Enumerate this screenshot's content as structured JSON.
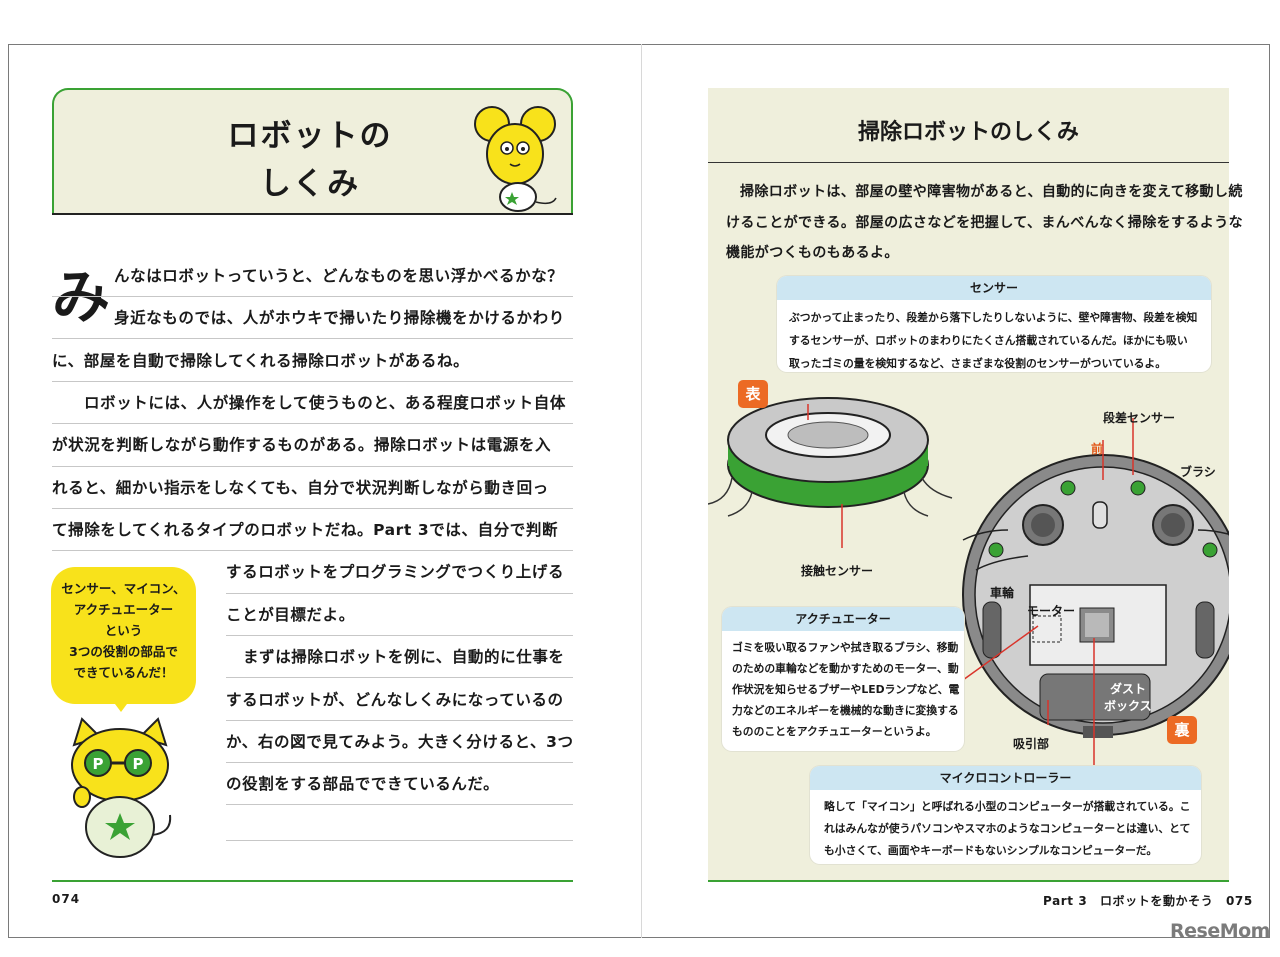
{
  "left_page": {
    "title_lines": [
      "ロボットの",
      "しくみ"
    ],
    "drop_cap": "み",
    "lines": [
      "んなはロボットっていうと、どんなものを思い浮かべるかな？",
      "身近なものでは、人がホウキで掃いたり掃除機をかけるかわり",
      "に、部屋を自動で掃除してくれる掃除ロボットがあるね。",
      "ロボットには、人が操作をして使うものと、ある程度ロボット自体",
      "が状況を判断しながら動作するものがある。掃除ロボットは電源を入",
      "れると、細かい指示をしなくても、自分で状況判断しながら動き回っ",
      "て掃除をしてくれるタイプのロボットだね。Part 3では、自分で判断",
      "するロボットをプログラミングでつくり上げる",
      "ことが目標だよ。",
      "まずは掃除ロボットを例に、自動的に仕事を",
      "するロボットが、どんなしくみになっているの",
      "か、右の図で見てみよう。大きく分けると、3つ",
      "の役割をする部品でできているんだ。"
    ],
    "bubble_lines": [
      "センサー、マイコン、",
      "アクチュエーター",
      "という",
      "3つの役割の部品で",
      "できているんだ！"
    ],
    "page_number": "074"
  },
  "right_page": {
    "title": "掃除ロボットのしくみ",
    "intro_lines": [
      "掃除ロボットは、部屋の壁や障害物があると、自動的に向きを変えて移動し続",
      "けることができる。部屋の広さなどを把握して、まんべんなく掃除をするような",
      "機能がつくものもあるよ。"
    ],
    "sensor_box": {
      "heading": "センサー",
      "lines": [
        "ぶつかって止まったり、段差から落下したりしないように、壁や障害物、段差を検知",
        "するセンサーが、ロボットのまわりにたくさん搭載されているんだ。ほかにも吸い",
        "取ったゴミの量を検知するなど、さまざまな役割のセンサーがついているよ。"
      ]
    },
    "actuator_box": {
      "heading": "アクチュエーター",
      "lines": [
        "ゴミを吸い取るファンや拭き取るブラシ、移動",
        "のための車輪などを動かすためのモーター、動",
        "作状況を知らせるブザーやLEDランプなど、電",
        "力などのエネルギーを機械的な動きに変換する",
        "もののことをアクチュエーターというよ。"
      ]
    },
    "micro_box": {
      "heading": "マイクロコントローラー",
      "lines": [
        "略して「マイコン」と呼ばれる小型のコンピューターが搭載されている。こ",
        "れはみんなが使うパソコンやスマホのようなコンピューターとは違い、とて",
        "も小さくて、画面やキーボードもないシンプルなコンピューターだ。"
      ]
    },
    "labels": {
      "front_badge": "表",
      "back_badge": "裏",
      "step_sensor": "段差センサー",
      "front": "前",
      "brush": "ブラシ",
      "contact_sensor": "接触センサー",
      "wheel": "車輪",
      "motor": "モーター",
      "dust_box_line1": "ダスト",
      "dust_box_line2": "ボックス",
      "suction": "吸引部"
    },
    "footer": "Part 3　ロボットを動かそう　075"
  },
  "watermark": "ReseMom",
  "colors": {
    "accent_green": "#3aa234",
    "title_bg": "#efefdc",
    "bubble_yellow": "#f8e21b",
    "badge_orange": "#ec6a24",
    "box_header_blue": "#cde6f2"
  }
}
